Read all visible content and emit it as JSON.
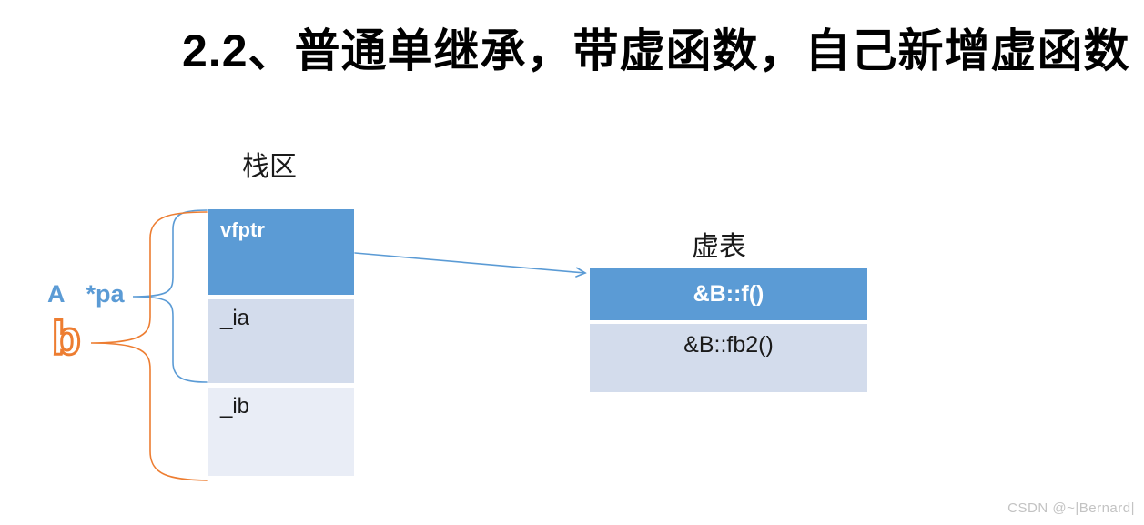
{
  "title": "2.2、普通单继承，带虚函数，自己新增虚函数",
  "stack": {
    "label": "栈区",
    "cells": [
      {
        "name": "vfptr"
      },
      {
        "name": "_ia"
      },
      {
        "name": "_ib"
      }
    ]
  },
  "vtable": {
    "label": "虚表",
    "cells": [
      {
        "name": "&B::f()"
      },
      {
        "name": "&B::fb2()"
      }
    ]
  },
  "annotations": {
    "pointer_type": "A",
    "pointer_name": "*pa",
    "object_name": "b"
  },
  "watermark": "CSDN @~|Bernard|",
  "colors": {
    "header_blue": "#5B9BD5",
    "cell_light": "#D3DCEC",
    "cell_lighter": "#E9EDF6",
    "accent_orange": "#ED7D31"
  }
}
